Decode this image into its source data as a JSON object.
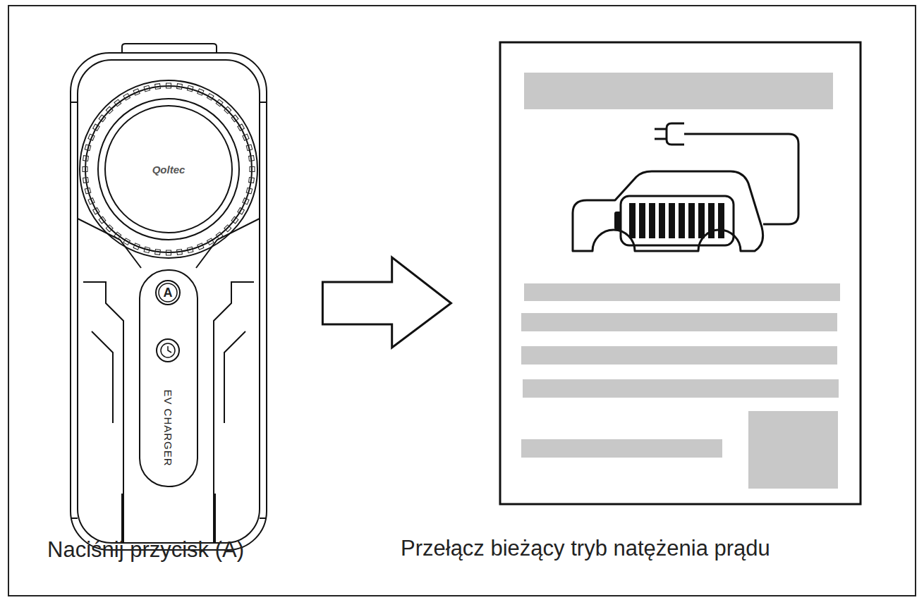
{
  "diagram": {
    "nodes": [
      {
        "text": [
          "A",
          "EV CHARGER",
          "Naciśnij przycisk (A)"
        ]
      },
      {
        "text": [
          "Przełącz bieżący tryb natężenia prądu"
        ]
      }
    ],
    "edges": [
      {
        "from": 0,
        "to": 1,
        "arrow": "to"
      }
    ],
    "labels": [
      "Qoltec"
    ]
  }
}
